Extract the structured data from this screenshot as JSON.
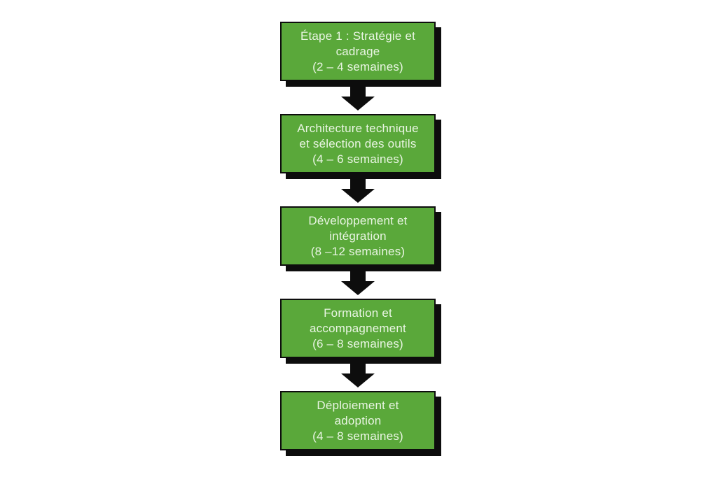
{
  "diagram": {
    "title": "Project implementation timeline flowchart",
    "background_color": "#ffffff",
    "box_fill_color": "#5aa83a",
    "box_border_color": "#0d0d0d",
    "box_shadow_color": "#0d0d0d",
    "box_text_color": "#e9f5e3",
    "arrow_color": "#0d0d0d",
    "steps": [
      {
        "label": "Étape 1 : Stratégie et\ncadrage\n(2 – 4 semaines)"
      },
      {
        "label": "Architecture technique\net sélection des outils\n(4 – 6 semaines)"
      },
      {
        "label": "Développement et\nintégration\n(8 –12 semaines)"
      },
      {
        "label": "Formation et\naccompagnement\n(6 – 8 semaines)"
      },
      {
        "label": "Déploiement et\nadoption\n(4 – 8 semaines)"
      }
    ]
  }
}
